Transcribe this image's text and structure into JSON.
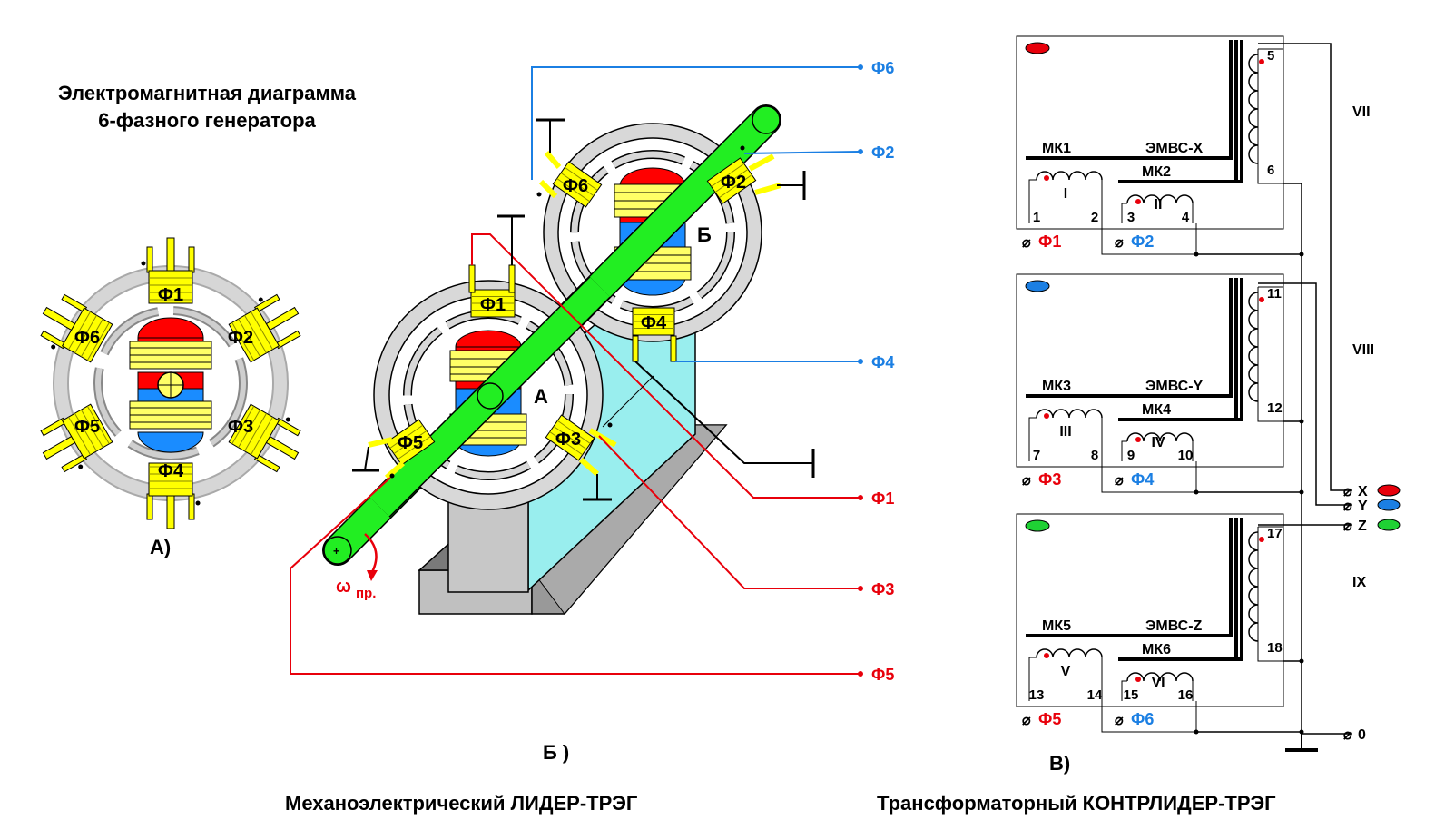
{
  "title": {
    "line1": "Электромагнитная диаграмма",
    "line2": "6-фазного генератора"
  },
  "captions": {
    "a": "А)",
    "b": "Б )",
    "v": "В)",
    "b_sub": "Механоэлектрический ЛИДЕР-ТРЭГ",
    "v_sub": "Трансформаторный КОНТРЛИДЕР-ТРЭГ"
  },
  "phases": [
    "Ф1",
    "Ф2",
    "Ф3",
    "Ф4",
    "Ф5",
    "Ф6"
  ],
  "generator_labels": {
    "a": "А",
    "b": "Б",
    "omega": "ω",
    "omega_suffix": "пр."
  },
  "blocks": [
    {
      "core1": "МК1",
      "core2": "МК2",
      "ems": "ЭМВС-X",
      "coil1": "I",
      "coil2": "II",
      "out": "VII",
      "t1": "1",
      "t2": "2",
      "t3": "3",
      "t4": "4",
      "s1": "5",
      "s2": "6",
      "p1": "Ф1",
      "p2": "Ф2",
      "lamp": "#e8000b",
      "p1_color": "#e8000b",
      "p2_color": "#1b7fe3"
    },
    {
      "core1": "МК3",
      "core2": "МК4",
      "ems": "ЭМВС-Y",
      "coil1": "III",
      "coil2": "IV",
      "out": "VIII",
      "t1": "7",
      "t2": "8",
      "t3": "9",
      "t4": "10",
      "s1": "11",
      "s2": "12",
      "p1": "Ф3",
      "p2": "Ф4",
      "lamp": "#1b7fe3",
      "p1_color": "#e8000b",
      "p2_color": "#1b7fe3"
    },
    {
      "core1": "МК5",
      "core2": "МК6",
      "ems": "ЭМВС-Z",
      "coil1": "V",
      "coil2": "VI",
      "out": "IX",
      "t1": "13",
      "t2": "14",
      "t3": "15",
      "t4": "16",
      "s1": "17",
      "s2": "18",
      "p1": "Ф5",
      "p2": "Ф6",
      "lamp": "#1fd134",
      "p1_color": "#e8000b",
      "p2_color": "#1b7fe3"
    }
  ],
  "outputs": {
    "x": "X",
    "y": "Y",
    "z": "Z",
    "zero": "0",
    "terminal_symbol": "⌀"
  },
  "colors": {
    "red": "#e8000b",
    "blue": "#1b7fe3",
    "green": "#1fd134",
    "shaft": "#22ee22",
    "yellow": "#ffff00",
    "coil_dark": "#c8c800",
    "ring": "#d4d4d4",
    "stand": "#c0c0c0",
    "cyan": "#99eeee"
  }
}
